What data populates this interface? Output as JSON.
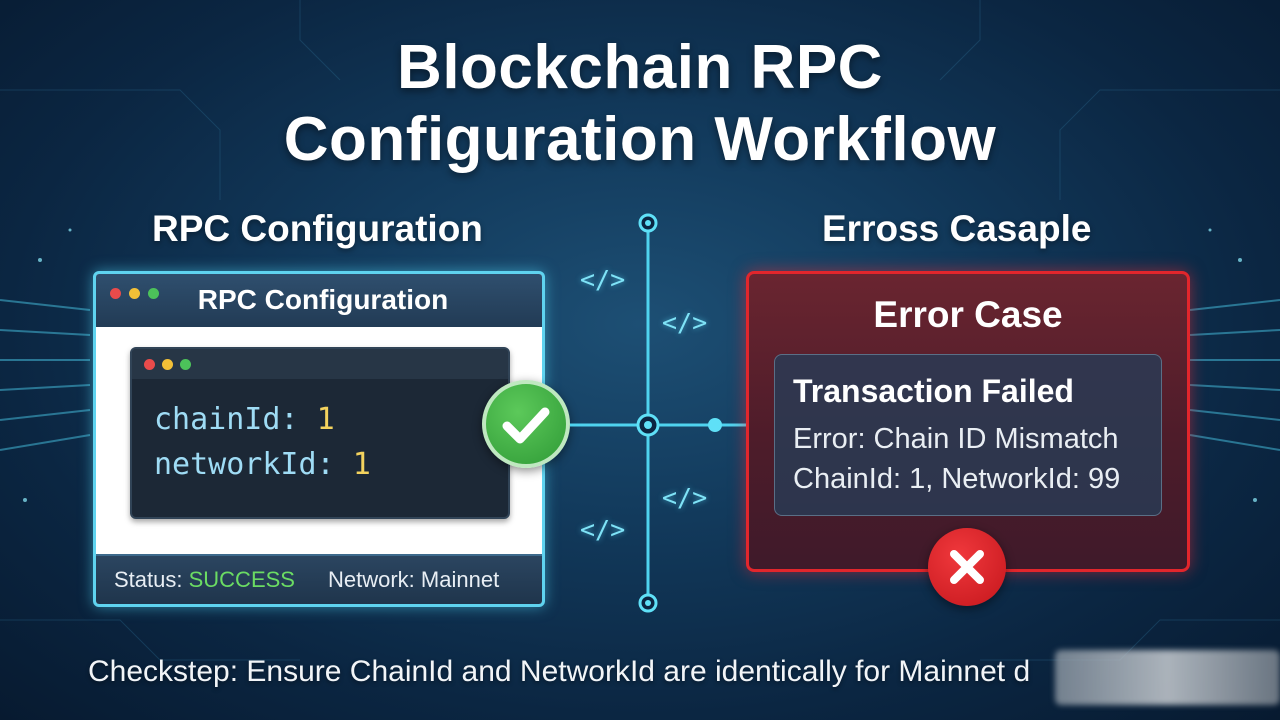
{
  "title": {
    "line1": "Blockchain RPC",
    "line2": "Configuration Workflow"
  },
  "left_section": {
    "heading": "RPC Configuration",
    "window_title": "RPC Configuration",
    "code": [
      {
        "key": "chainId:",
        "value": "1"
      },
      {
        "key": "networkId:",
        "value": "1"
      }
    ],
    "status_label": "Status:",
    "status_value": "SUCCESS",
    "network_label": "Network:",
    "network_value": "Mainnet"
  },
  "right_section": {
    "heading": "Erross Casaple",
    "card_title": "Error Case",
    "inner_title": "Transaction Failed",
    "line1": "Error: Chain ID Mismatch",
    "line2": "ChainId: 1, NetworkId: 99"
  },
  "connector": {
    "tags": [
      "</>",
      "</>",
      "</>",
      "</>"
    ]
  },
  "footer": "Checkstep: Ensure ChainId and NetworkId are identically for Mainnet d",
  "colors": {
    "accent_cyan": "#5fd3ef",
    "success_green": "#6bdc63",
    "error_red": "#e2262c",
    "code_value_yellow": "#f4d35e",
    "background_navy": "#0b2642"
  },
  "icons": {
    "success": "check-circle-icon",
    "failure": "x-circle-icon"
  }
}
